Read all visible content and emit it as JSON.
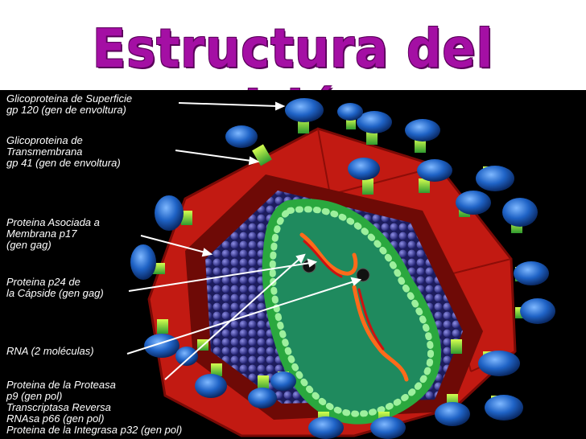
{
  "title": "Estructura del virión",
  "labels": [
    {
      "id": "gp120",
      "text": "Glicoproteina de Superficie\ngp 120 (gen de envoltura)"
    },
    {
      "id": "gp41",
      "text": "Glicoproteina de\nTransmembrana\ngp 41 (gen de envoltura)"
    },
    {
      "id": "p17",
      "text": "Proteina Asociada a\nMembrana p17\n(gen gag)"
    },
    {
      "id": "p24",
      "text": "Proteina p24 de\nla Cápside (gen gag)"
    },
    {
      "id": "rna",
      "text": "RNA (2 moléculas)"
    },
    {
      "id": "enzymes",
      "text": "Proteina de la Proteasa\np9 (gen pol)\nTranscriptasa Reversa\nRNAsa p66 (gen pol)\nProteina de la Integrasa p32 (gen pol)"
    }
  ]
}
